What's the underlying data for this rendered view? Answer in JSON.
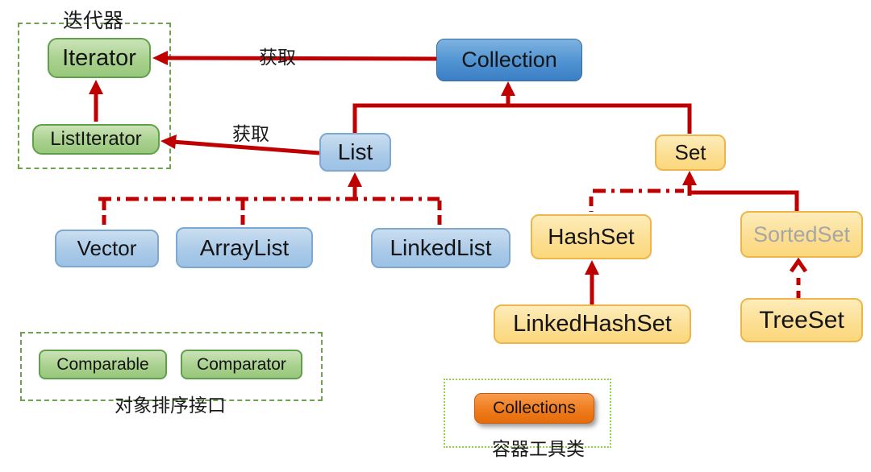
{
  "groups": {
    "iterator_label": "迭代器",
    "sorting_label": "对象排序接口",
    "utility_label": "容器工具类"
  },
  "nodes": {
    "iterator": "Iterator",
    "list_iterator": "ListIterator",
    "collection": "Collection",
    "list": "List",
    "set": "Set",
    "vector": "Vector",
    "array_list": "ArrayList",
    "linked_list": "LinkedList",
    "hash_set": "HashSet",
    "sorted_set": "SortedSet",
    "linked_hash_set": "LinkedHashSet",
    "tree_set": "TreeSet",
    "comparable": "Comparable",
    "comparator": "Comparator",
    "collections": "Collections"
  },
  "edge_labels": {
    "collection_get": "获取",
    "list_get": "获取"
  },
  "colors": {
    "arrow_red": "#c00000",
    "group_dashed_green": "#6fa153",
    "group_dotted_green": "#92d050",
    "green_fill": "#a9d18e",
    "dark_blue_fill": "#4f93d2",
    "light_blue_fill": "#9cc2e5",
    "yellow_fill": "#fbd87d",
    "orange_fill": "#ef7c1d",
    "sorted_set_text": "#a6a6a6"
  }
}
